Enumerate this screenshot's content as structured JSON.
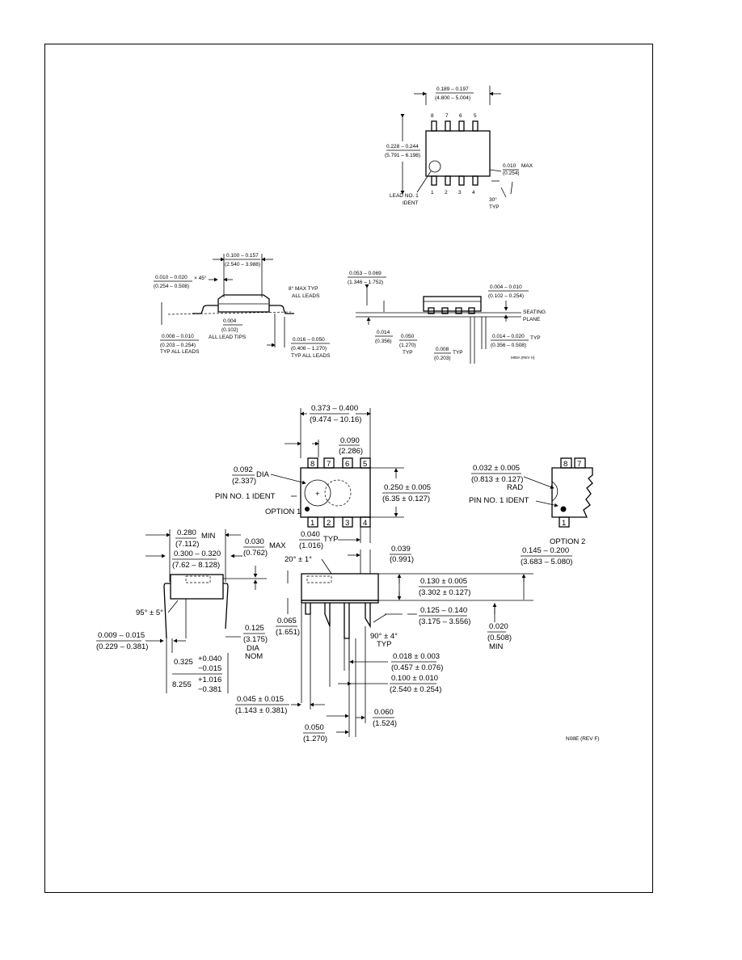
{
  "so8_top": {
    "body_width": [
      "0.189 – 0.197",
      "(4.800 – 5.004)"
    ],
    "pin_numbers_top": [
      "8",
      "7",
      "6",
      "5"
    ],
    "pin_numbers_bottom": [
      "1",
      "2",
      "3",
      "4"
    ],
    "span": [
      "0.228 – 0.244",
      "(5.791 – 6.198)"
    ],
    "lead_ident": [
      "LEAD NO. 1",
      "IDENT"
    ],
    "corner_max": [
      "0.010",
      "MAX",
      "(0.254)"
    ],
    "angle": [
      "30°",
      "TYP"
    ]
  },
  "so8_side": {
    "height": [
      "0.100 – 0.157",
      "(2.540 – 3.988)"
    ],
    "chamfer": [
      "0.010 – 0.020",
      "× 45°",
      "(0.254 – 0.508)"
    ],
    "angle_note": [
      "8° MAX TYP",
      "ALL LEADS"
    ],
    "tips": [
      "0.004",
      "(0.102)",
      "ALL LEAD TIPS"
    ],
    "lead_thk": [
      "0.008 – 0.010",
      "(0.203 – 0.254)",
      "TYP ALL LEADS"
    ],
    "foot": [
      "0.016 – 0.050",
      "(0.406 – 1.270)",
      "TYP ALL LEADS"
    ]
  },
  "so8_front": {
    "overall": [
      "0.053 – 0.069",
      "(1.346 – 1.752)"
    ],
    "standoff": [
      "0.004 – 0.010",
      "(0.102 – 0.254)"
    ],
    "seating": [
      "SEATING",
      "PLANE"
    ],
    "lead_w": [
      "0.014",
      "(0.356)"
    ],
    "pitch": [
      "0.050",
      "(1.270)",
      "TYP"
    ],
    "width8": [
      "0.008",
      "(0.203)",
      "TYP"
    ],
    "lead_w2": [
      "0.014 – 0.020",
      "TYP",
      "(0.356 – 0.508)"
    ],
    "ref": "M08A (REV H)"
  },
  "dip_top": {
    "length": [
      "0.373 – 0.400",
      "(9.474 – 10.16)"
    ],
    "dim1": [
      "0.090",
      "(2.286)"
    ],
    "pins_top": [
      "8",
      "7",
      "6",
      "5"
    ],
    "pins_bottom": [
      "1",
      "2",
      "3",
      "4"
    ],
    "dia": [
      "0.092",
      "DIA",
      "(2.337)"
    ],
    "ident": "PIN NO. 1 IDENT",
    "option1": "OPTION 1",
    "width": [
      "0.250 ± 0.005",
      "(6.35 ± 0.127)"
    ],
    "d040": [
      "0.040",
      "TYP",
      "(1.016)"
    ]
  },
  "dip_opt2": {
    "rad": [
      "0.032 ± 0.005",
      "(0.813 ± 0.127)",
      "RAD"
    ],
    "ident": "PIN NO. 1 IDENT",
    "pins": [
      "8",
      "7",
      "1"
    ],
    "label": "OPTION 2"
  },
  "dip_end": {
    "d280": [
      "0.280",
      "MIN",
      "(7.112)"
    ],
    "d300": [
      "0.300 – 0.320",
      "(7.62 – 8.128)"
    ],
    "d030": [
      "0.030",
      "MAX",
      "(0.762)"
    ],
    "angle": "95° ± 5°",
    "d009": [
      "0.009 – 0.015",
      "(0.229 – 0.381)"
    ],
    "d125": [
      "0.125",
      "(3.175)",
      "DIA",
      "NOM"
    ],
    "d325": [
      "0.325",
      "+0.040",
      "−0.015",
      "+1.016",
      "8.255",
      "−0.381"
    ]
  },
  "dip_side": {
    "d039": [
      "0.039",
      "(0.991)"
    ],
    "angle": "20° ± 1°",
    "d130": [
      "0.130 ± 0.005",
      "(3.302 ± 0.127)"
    ],
    "d145": [
      "0.145 – 0.200",
      "(3.683 – 5.080)"
    ],
    "d125": [
      "0.125 – 0.140",
      "(3.175 – 3.556)"
    ],
    "d065": [
      "0.065",
      "(1.651)"
    ],
    "angle90": [
      "90° ± 4°",
      "TYP"
    ],
    "d020": [
      "0.020",
      "(0.508)",
      "MIN"
    ],
    "d018": [
      "0.018 ± 0.003",
      "(0.457 ± 0.076)"
    ],
    "d100": [
      "0.100 ± 0.010",
      "(2.540 ± 0.254)"
    ],
    "d045": [
      "0.045 ± 0.015",
      "(1.143 ± 0.381)"
    ],
    "d060": [
      "0.060",
      "(1.524)"
    ],
    "d050": [
      "0.050",
      "(1.270)"
    ],
    "ref": "N08E (REV F)"
  }
}
